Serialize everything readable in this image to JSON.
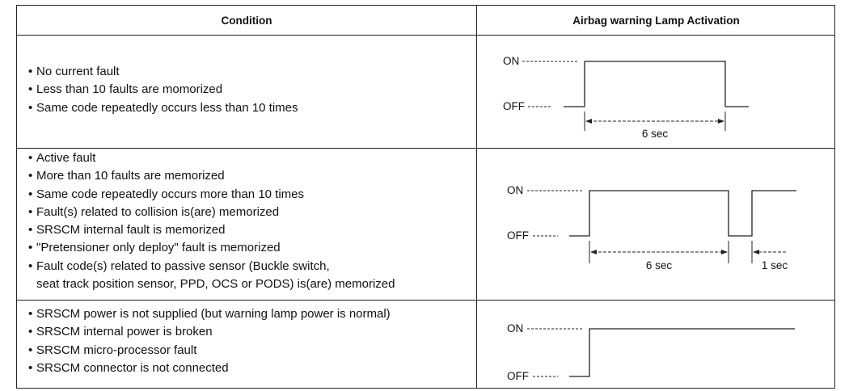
{
  "header": {
    "condition": "Condition",
    "activation": "Airbag warning Lamp Activation"
  },
  "rows": [
    {
      "conditions": [
        "No current fault",
        "Less than 10 faults are momorized",
        "Same code repeatedly occurs less than 10 times"
      ],
      "diagram": {
        "on_label": "ON",
        "off_label": "OFF",
        "on_duration": "6 sec"
      }
    },
    {
      "conditions": [
        "Active fault",
        "More than 10 faults are memorized",
        "Same code repeatedly occurs more than 10 times",
        "Fault(s) related to collision is(are) memorized",
        "SRSCM internal fault is memorized",
        "\"Pretensioner only deploy\" fault is memorized",
        "Fault code(s) related to passive sensor (Buckle switch,",
        "seat track position sensor, PPD, OCS or PODS) is(are) memorized"
      ],
      "diagram": {
        "on_label": "ON",
        "off_label": "OFF",
        "on_duration": "6 sec",
        "off_duration": "1 sec"
      }
    },
    {
      "conditions": [
        "SRSCM power is not supplied (but warning lamp power is normal)",
        "SRSCM internal power is broken",
        "SRSCM micro-processor fault",
        "SRSCM connector is not connected"
      ],
      "diagram": {
        "on_label": "ON",
        "off_label": "OFF"
      }
    }
  ]
}
